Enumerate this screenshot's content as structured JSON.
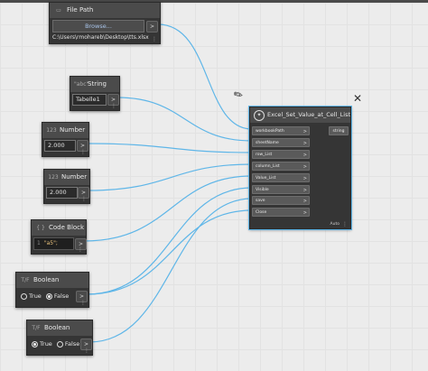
{
  "nodes": {
    "file_path": {
      "title": "File Path",
      "browse_label": "Browse...",
      "value": "C:\\Users\\rmohareb\\Desktop\\tts.xlsx"
    },
    "string": {
      "title": "String",
      "value": "Tabelle1"
    },
    "number1": {
      "title": "Number",
      "value": "2.000"
    },
    "number2": {
      "title": "Number",
      "value": "2.000"
    },
    "code_block": {
      "title": "Code Block",
      "line_number": "1",
      "code": "\"a5\";"
    },
    "boolean1": {
      "title": "Boolean",
      "true_label": "True",
      "false_label": "False",
      "selected": "False"
    },
    "boolean2": {
      "title": "Boolean",
      "true_label": "True",
      "false_label": "False",
      "selected": "True"
    }
  },
  "main_node": {
    "title": "Excel_Set_Value_at_Cell_List",
    "inputs": [
      "workbookPath",
      "sheetName",
      "row_List",
      "column_List",
      "Value_List",
      "Visible",
      "save",
      "Close"
    ],
    "output": "string",
    "lacing": "Auto"
  },
  "icons": {
    "port_chevron": ">",
    "menu_dots": "⋮",
    "pan_tool": "✎",
    "fit_tool": "✕"
  },
  "colors": {
    "wire": "#5fb6e8",
    "node_bg": "#353535",
    "header_bg": "#4b4b4b",
    "canvas": "#ececec"
  }
}
